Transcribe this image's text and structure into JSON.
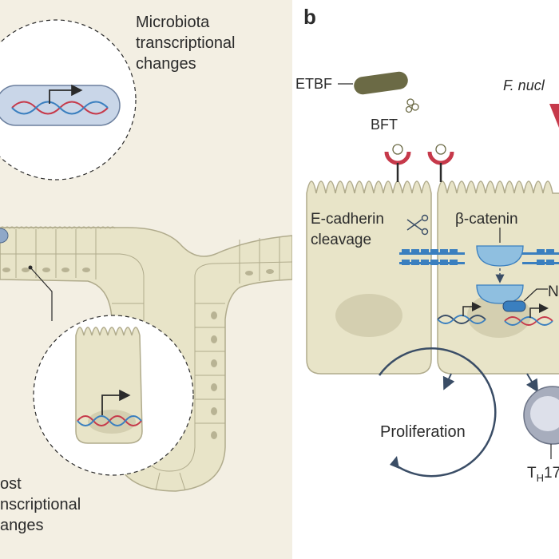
{
  "panel_a": {
    "microbiota_label": [
      "Microbiota",
      "transcriptional",
      "changes"
    ],
    "host_label": [
      "ost",
      "nscriptional",
      "anges"
    ]
  },
  "panel_b": {
    "letter": "b",
    "etbf": "ETBF",
    "f_nucleatum": "F. nucl",
    "bft": "BFT",
    "e_cadherin": [
      "E-cadherin",
      "cleavage"
    ],
    "beta_catenin": "β-catenin",
    "nucleus_tag": "N",
    "proliferation": "Proliferation",
    "th17_main": "T",
    "th17_sub": "H",
    "th17_tail": "17"
  },
  "colors": {
    "left_bg": "#f3efe3",
    "cell_fill": "#e8e4c8",
    "cell_stroke": "#b0ab8c",
    "nucleus": "#d4cfb0",
    "bacterium": "#6b6a45",
    "receptor": "#c6394a",
    "junction": "#3a7fbf",
    "beta_catenin": "#8fbfe0",
    "arrow": "#3a4d66"
  },
  "icons": [
    "dna-helix-icon",
    "transcription-arrow-icon",
    "scissors-icon",
    "bft-toxin-icon",
    "receptor-icon",
    "cycle-arrow-icon",
    "t-cell-icon"
  ]
}
